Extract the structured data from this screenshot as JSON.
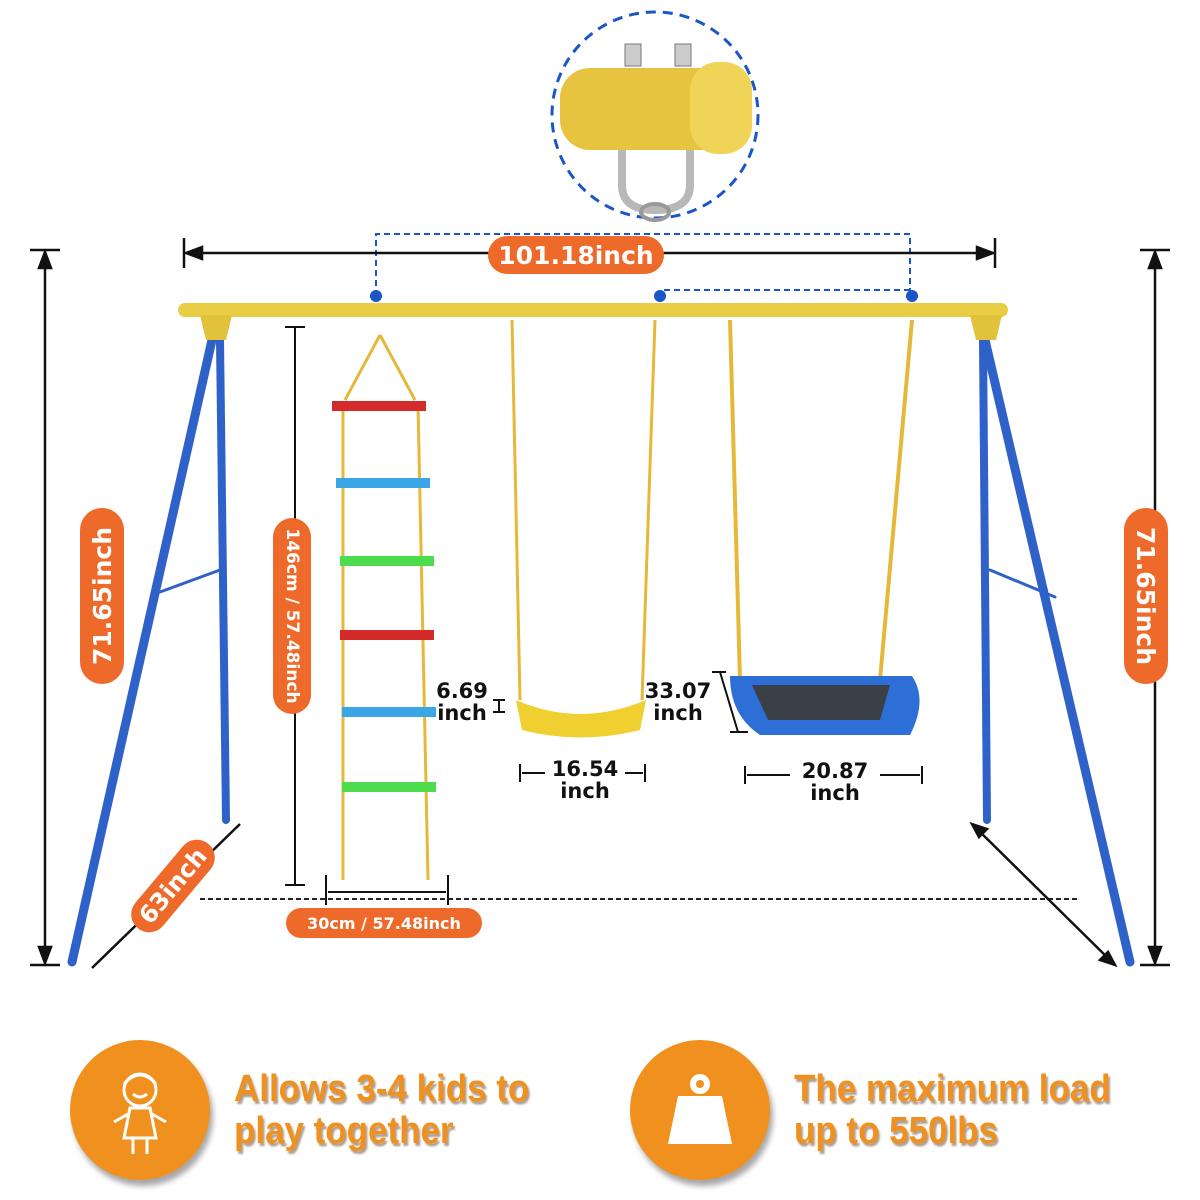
{
  "product": {
    "name": "A-frame swing set with rope ladder, belt swing and saucer swing",
    "colors": {
      "frame_top_bar": "#e9cd45",
      "frame_legs": "#2f62c9",
      "label_orange": "#ee6a2a",
      "feature_orange": "#f0901e",
      "dashed_blue": "#1a56c8"
    }
  },
  "dimensions": {
    "overall_width": "101.18inch",
    "height_left": "71.65inch",
    "height_right": "71.65inch",
    "base_depth": "63inch",
    "ladder_height": "146cm / 57.48inch",
    "ladder_width": "30cm / 57.48inch",
    "belt_seat_height": [
      "6.69",
      "inch"
    ],
    "belt_seat_width": [
      "16.54",
      "inch"
    ],
    "nest_seat_height": [
      "33.07",
      "inch"
    ],
    "nest_seat_width": [
      "20.87",
      "inch"
    ]
  },
  "ladder": {
    "rung_colors": [
      "#d42a2a",
      "#3aa6e6",
      "#4cdc4c",
      "#d42a2a",
      "#3aa6e6",
      "#4cdc4c"
    ]
  },
  "features": [
    {
      "icon": "child-icon",
      "lines": [
        "Allows 3-4 kids to",
        "play together"
      ]
    },
    {
      "icon": "weight-icon",
      "lines": [
        "The maximum load",
        "up to 550lbs"
      ]
    }
  ]
}
